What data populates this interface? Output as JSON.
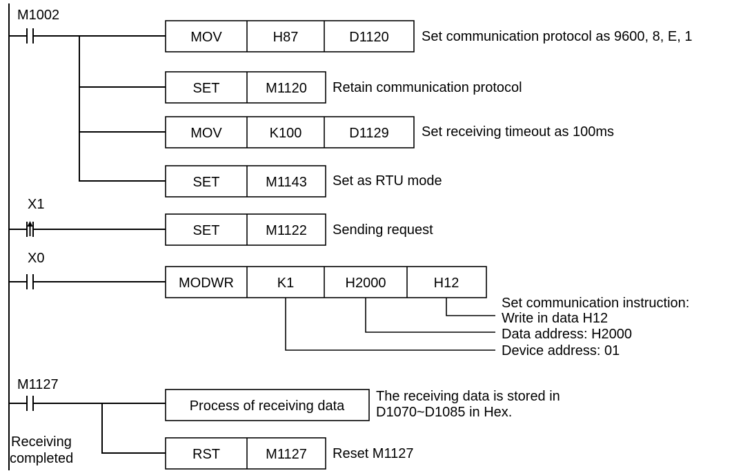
{
  "rungs": [
    {
      "contact": {
        "label": "M1002",
        "type": "normally-open"
      },
      "instructions": [
        {
          "cells": [
            "MOV",
            "H87",
            "D1120"
          ],
          "comment": "Set communication protocol as 9600, 8, E, 1"
        },
        {
          "cells": [
            "SET",
            "M1120"
          ],
          "comment": "Retain communication protocol"
        },
        {
          "cells": [
            "MOV",
            "K100",
            "D1129"
          ],
          "comment": "Set receiving timeout as 100ms"
        },
        {
          "cells": [
            "SET",
            "M1143"
          ],
          "comment": "Set as RTU mode"
        }
      ]
    },
    {
      "contact": {
        "label": "X1",
        "type": "rising-edge"
      },
      "instructions": [
        {
          "cells": [
            "SET",
            "M1122"
          ],
          "comment": "Sending request"
        }
      ]
    },
    {
      "contact": {
        "label": "X0",
        "type": "normally-open"
      },
      "instructions": [
        {
          "cells": [
            "MODWR",
            "K1",
            "H2000",
            "H12"
          ]
        }
      ],
      "annotations": [
        "Set communication instruction:",
        "Write in data H12",
        "Data address:  H2000",
        "Device address:  01"
      ]
    },
    {
      "contact": {
        "label": "M1127",
        "type": "normally-open",
        "note": [
          "Receiving",
          "completed"
        ]
      },
      "instructions": [
        {
          "cells": [
            "Process of receiving data"
          ],
          "comment": [
            "The receiving data is stored in",
            "D1070~D1085 in Hex."
          ]
        },
        {
          "cells": [
            "RST",
            "M1127"
          ],
          "comment": "Reset M1127"
        }
      ]
    }
  ]
}
